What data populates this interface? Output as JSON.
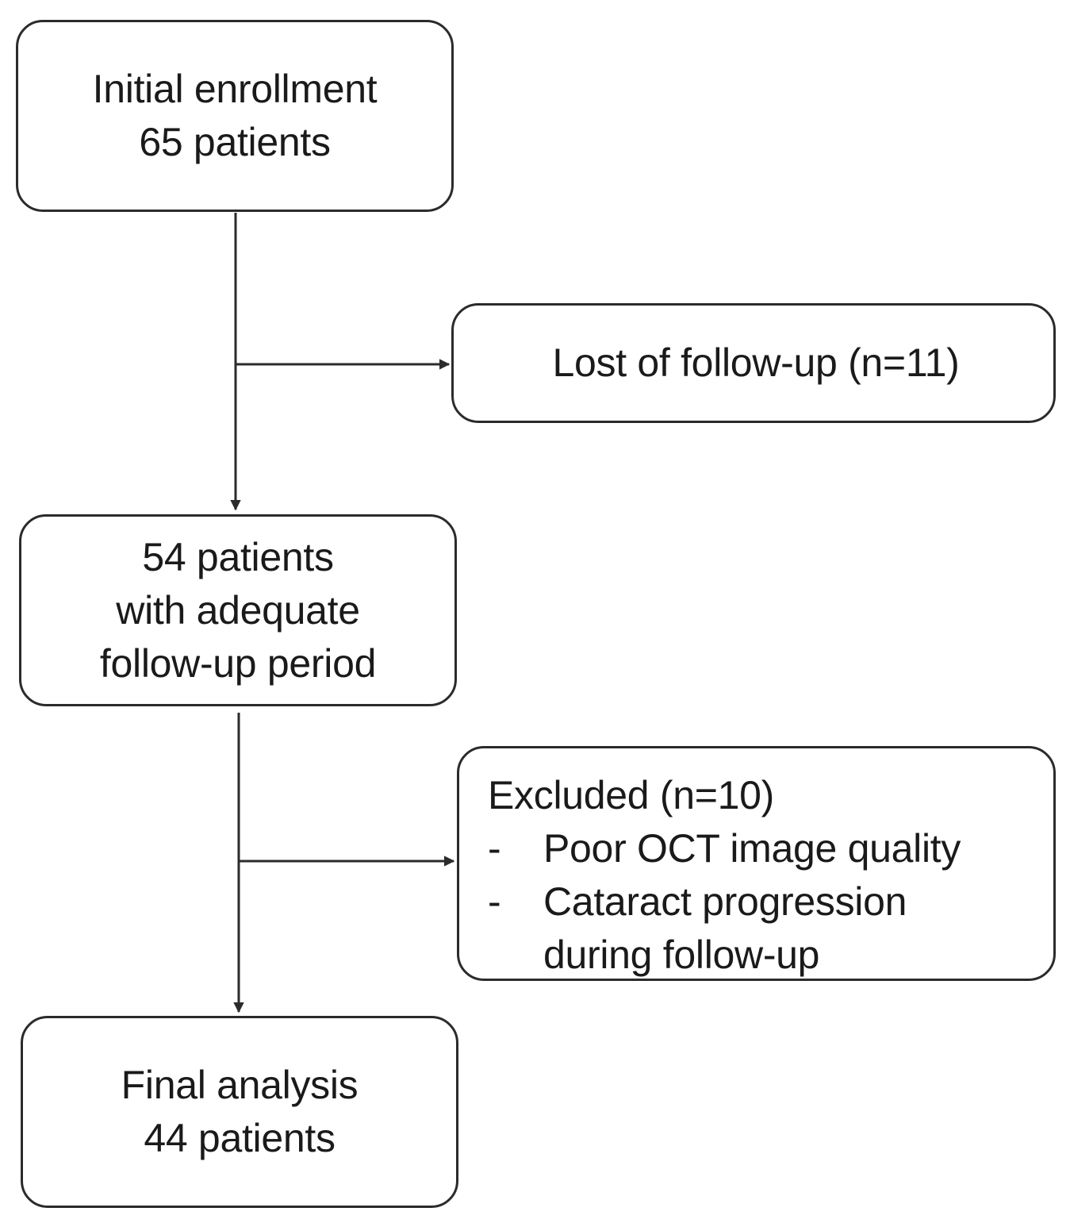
{
  "flowchart": {
    "initial": {
      "line1": "Initial enrollment",
      "line2": "65 patients"
    },
    "lost": {
      "label": "Lost of follow-up (n=11)"
    },
    "adequate": {
      "line1": "54 patients",
      "line2": "with adequate",
      "line3": "follow-up period"
    },
    "excluded": {
      "title": "Excluded (n=10)",
      "items": [
        {
          "bullet": "-",
          "lines": [
            "Poor OCT image quality"
          ]
        },
        {
          "bullet": "-",
          "lines": [
            "Cataract progression",
            "during follow-up"
          ]
        }
      ]
    },
    "final": {
      "line1": "Final analysis",
      "line2": "44 patients"
    }
  },
  "colors": {
    "stroke": "#2b2b2b",
    "text": "#1a1a1a",
    "background": "#ffffff"
  }
}
